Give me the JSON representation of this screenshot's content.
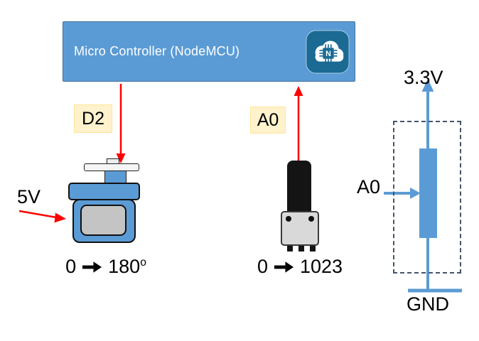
{
  "colors": {
    "accent_blue": "#5B9BD5",
    "header_border": "#41719C",
    "arrow_red": "#FF0000",
    "label_bg": "#FFF2CC",
    "label_border": "#FFE699",
    "icon_teal": "#1A6A94",
    "dashed_border": "#44546A",
    "window_gray": "#C4C4C4",
    "base_gray": "#D9D9D9",
    "knob_black": "#141414",
    "ink": "#000000"
  },
  "controller": {
    "title": "Micro Controller (NodeMCU)",
    "icon": "nodemcu-logo-icon",
    "icon_letter": "N"
  },
  "connections": {
    "servo_pin": "D2",
    "pot_pin": "A0"
  },
  "servo": {
    "component": "servo-motor",
    "supply": "5V",
    "range_from": "0",
    "range_to": "180",
    "range_unit": "o"
  },
  "potentiometer": {
    "component": "potentiometer",
    "range_from": "0",
    "range_to": "1023"
  },
  "divider": {
    "top": "3.3V",
    "input": "A0",
    "bottom": "GND"
  }
}
